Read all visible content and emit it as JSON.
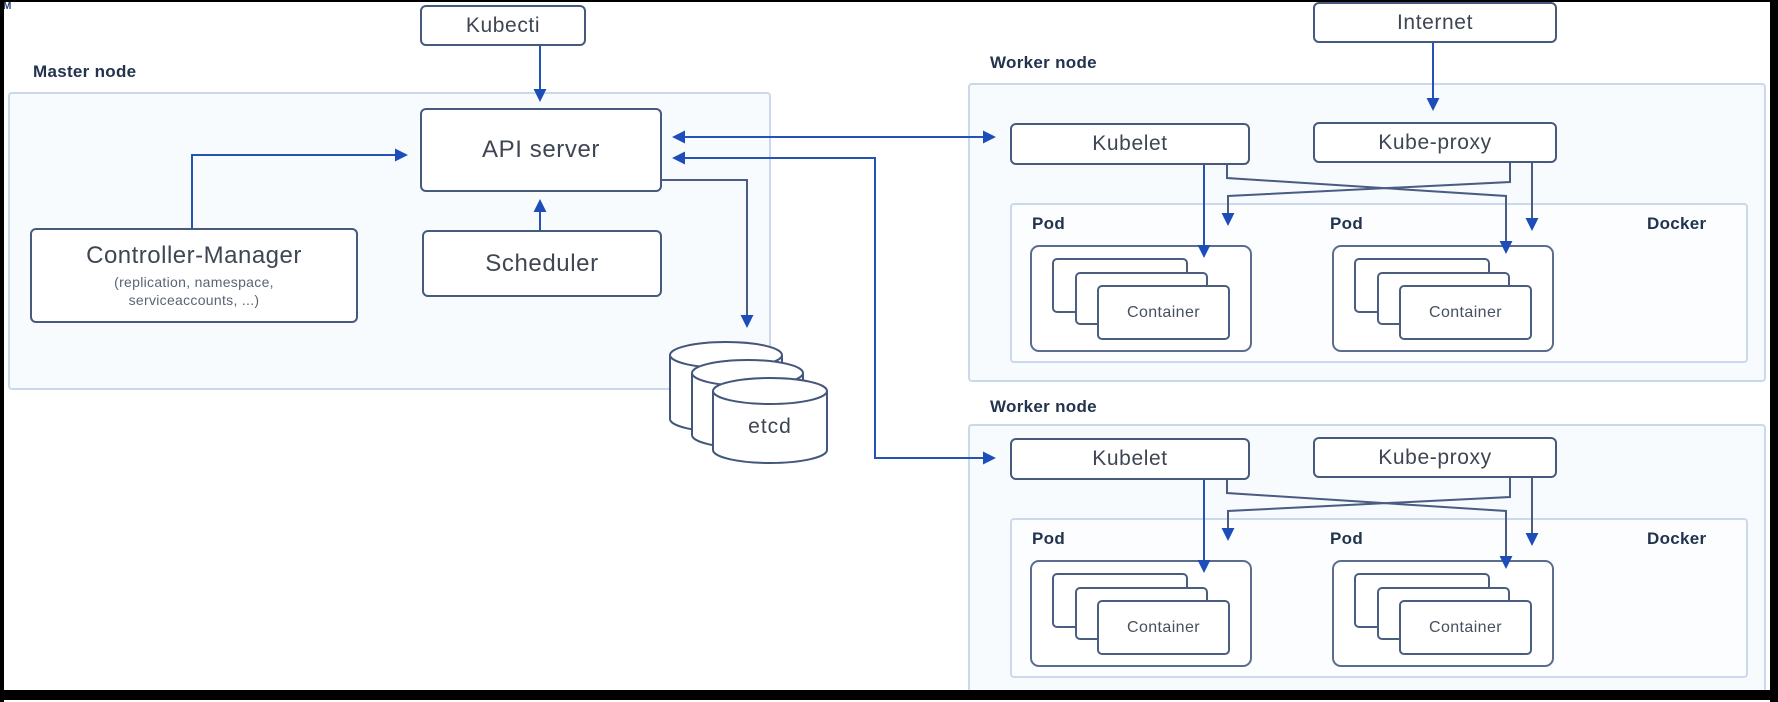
{
  "watermark": "M",
  "labels": {
    "master_node": "Master node",
    "worker_node": "Worker node",
    "pod": "Pod",
    "docker": "Docker"
  },
  "nodes": {
    "kubectl": "Kubecti",
    "internet": "Internet",
    "api_server": "API server",
    "scheduler": "Scheduler",
    "controller_manager_title": "Controller-Manager",
    "controller_manager_subtitle_line1": "(replication, namespace,",
    "controller_manager_subtitle_line2": "serviceaccounts, ...)",
    "etcd": "etcd",
    "kubelet": "Kubelet",
    "kube_proxy": "Kube-proxy",
    "container": "Container"
  },
  "colors": {
    "arrow_blue": "#2353b5",
    "pipe_slate": "#4a5c82",
    "arrowhead": "#1d4db8",
    "node_border": "#47597c",
    "group_border": "#c9d8ea",
    "group_fill": "#f8fbfd",
    "label_text": "#22334e",
    "node_text": "#3e4653"
  },
  "edges": [
    {
      "from": "kubectl",
      "to": "api-server",
      "bidirectional": false
    },
    {
      "from": "controller-manager",
      "to": "api-server",
      "bidirectional": false
    },
    {
      "from": "scheduler",
      "to": "api-server",
      "bidirectional": false
    },
    {
      "from": "api-server",
      "to": "etcd",
      "bidirectional": false
    },
    {
      "from": "api-server",
      "to": "kubelet-worker1",
      "bidirectional": true
    },
    {
      "from": "api-server",
      "to": "kubelet-worker2",
      "bidirectional": true
    },
    {
      "from": "internet",
      "to": "kube-proxy-worker1",
      "bidirectional": false
    },
    {
      "from": "kubelet-worker1",
      "to": "pod-left-worker1",
      "bidirectional": false
    },
    {
      "from": "kubelet-worker1",
      "to": "pod-right-worker1",
      "bidirectional": false
    },
    {
      "from": "kube-proxy-worker1",
      "to": "pod-left-worker1",
      "bidirectional": false
    },
    {
      "from": "kube-proxy-worker1",
      "to": "pod-right-worker1",
      "bidirectional": false
    },
    {
      "from": "kubelet-worker2",
      "to": "pod-left-worker2",
      "bidirectional": false
    },
    {
      "from": "kubelet-worker2",
      "to": "pod-right-worker2",
      "bidirectional": false
    },
    {
      "from": "kube-proxy-worker2",
      "to": "pod-left-worker2",
      "bidirectional": false
    },
    {
      "from": "kube-proxy-worker2",
      "to": "pod-right-worker2",
      "bidirectional": false
    }
  ]
}
